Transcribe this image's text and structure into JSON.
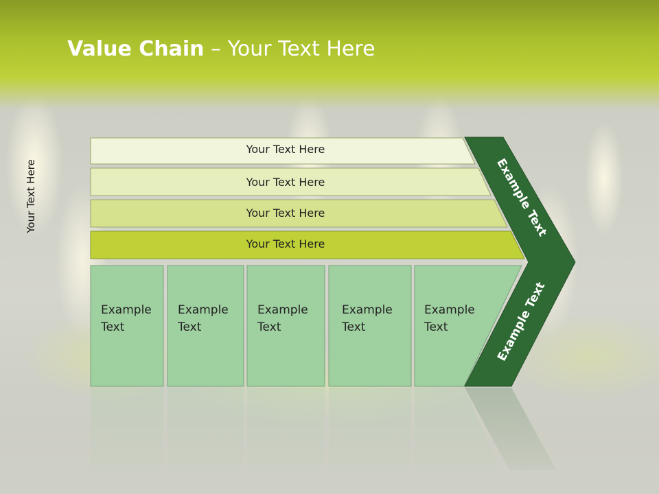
{
  "title": {
    "bold": "Value Chain",
    "rest": " – Your Text Here"
  },
  "side_label": "Your Text Here",
  "bars": [
    {
      "label": "Your Text Here",
      "color": "#f1f5dc"
    },
    {
      "label": "Your Text Here",
      "color": "#e6eebe"
    },
    {
      "label": "Your Text Here",
      "color": "#d6e28e"
    },
    {
      "label": "Your Text Here",
      "color": "#bfd136"
    }
  ],
  "cells": [
    {
      "line1": "Example",
      "line2": "Text"
    },
    {
      "line1": "Example",
      "line2": "Text"
    },
    {
      "line1": "Example",
      "line2": "Text"
    },
    {
      "line1": "Example",
      "line2": "Text"
    },
    {
      "line1": "Example",
      "line2": "Text"
    }
  ],
  "arrow": {
    "upper": "Example Text",
    "lower": "Example Text",
    "color": "#2f6a34"
  },
  "colors": {
    "header": "#a9bf2c",
    "cell_fill": "#9fd0a0",
    "cell_border": "#7aa27c"
  }
}
